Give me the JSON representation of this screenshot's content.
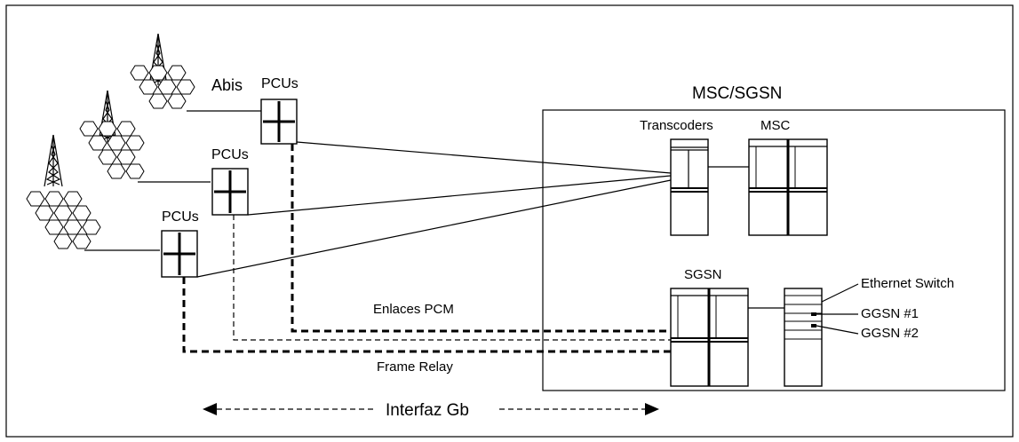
{
  "labels": {
    "abis": "Abis",
    "pcu_1": "PCUs",
    "pcu_2": "PCUs",
    "pcu_3": "PCUs",
    "msc_sgsn": "MSC/SGSN",
    "transcoders": "Transcoders",
    "msc": "MSC",
    "sgsn": "SGSN",
    "ethernet_switch": "Ethernet Switch",
    "ggsn_1": "GGSN #1",
    "ggsn_2": "GGSN #2",
    "enlaces_pcm": "Enlaces PCM",
    "frame_relay": "Frame Relay",
    "interfaz_gb": "Interfaz Gb"
  }
}
